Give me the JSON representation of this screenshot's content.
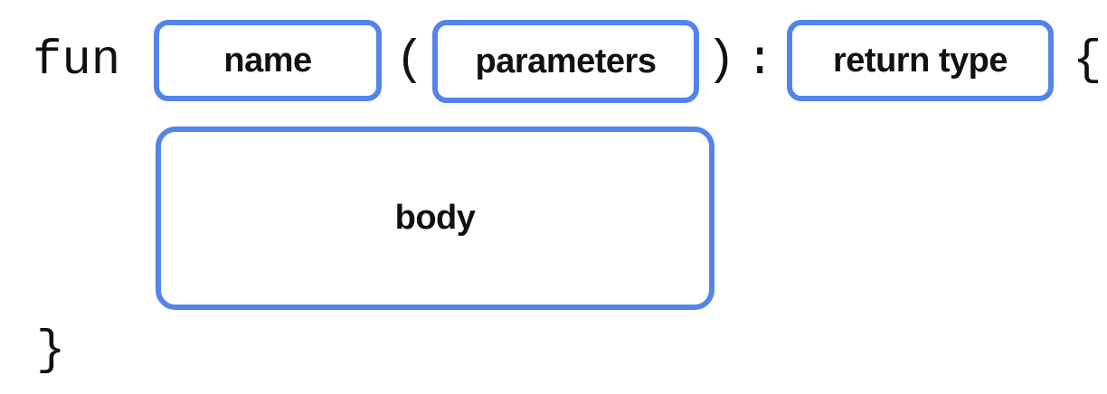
{
  "diagram": {
    "tokens": {
      "keyword": "fun",
      "open_paren": "(",
      "close_paren": ")",
      "colon": ":",
      "open_brace": "{",
      "close_brace": "}"
    },
    "slots": {
      "name": "name",
      "parameters": "parameters",
      "return_type": "return type",
      "body": "body"
    },
    "colors": {
      "slot_border": "#5384EC",
      "slot_fill": "#FFFFFF",
      "text": "#111111",
      "background": "#FFFFFF"
    }
  }
}
